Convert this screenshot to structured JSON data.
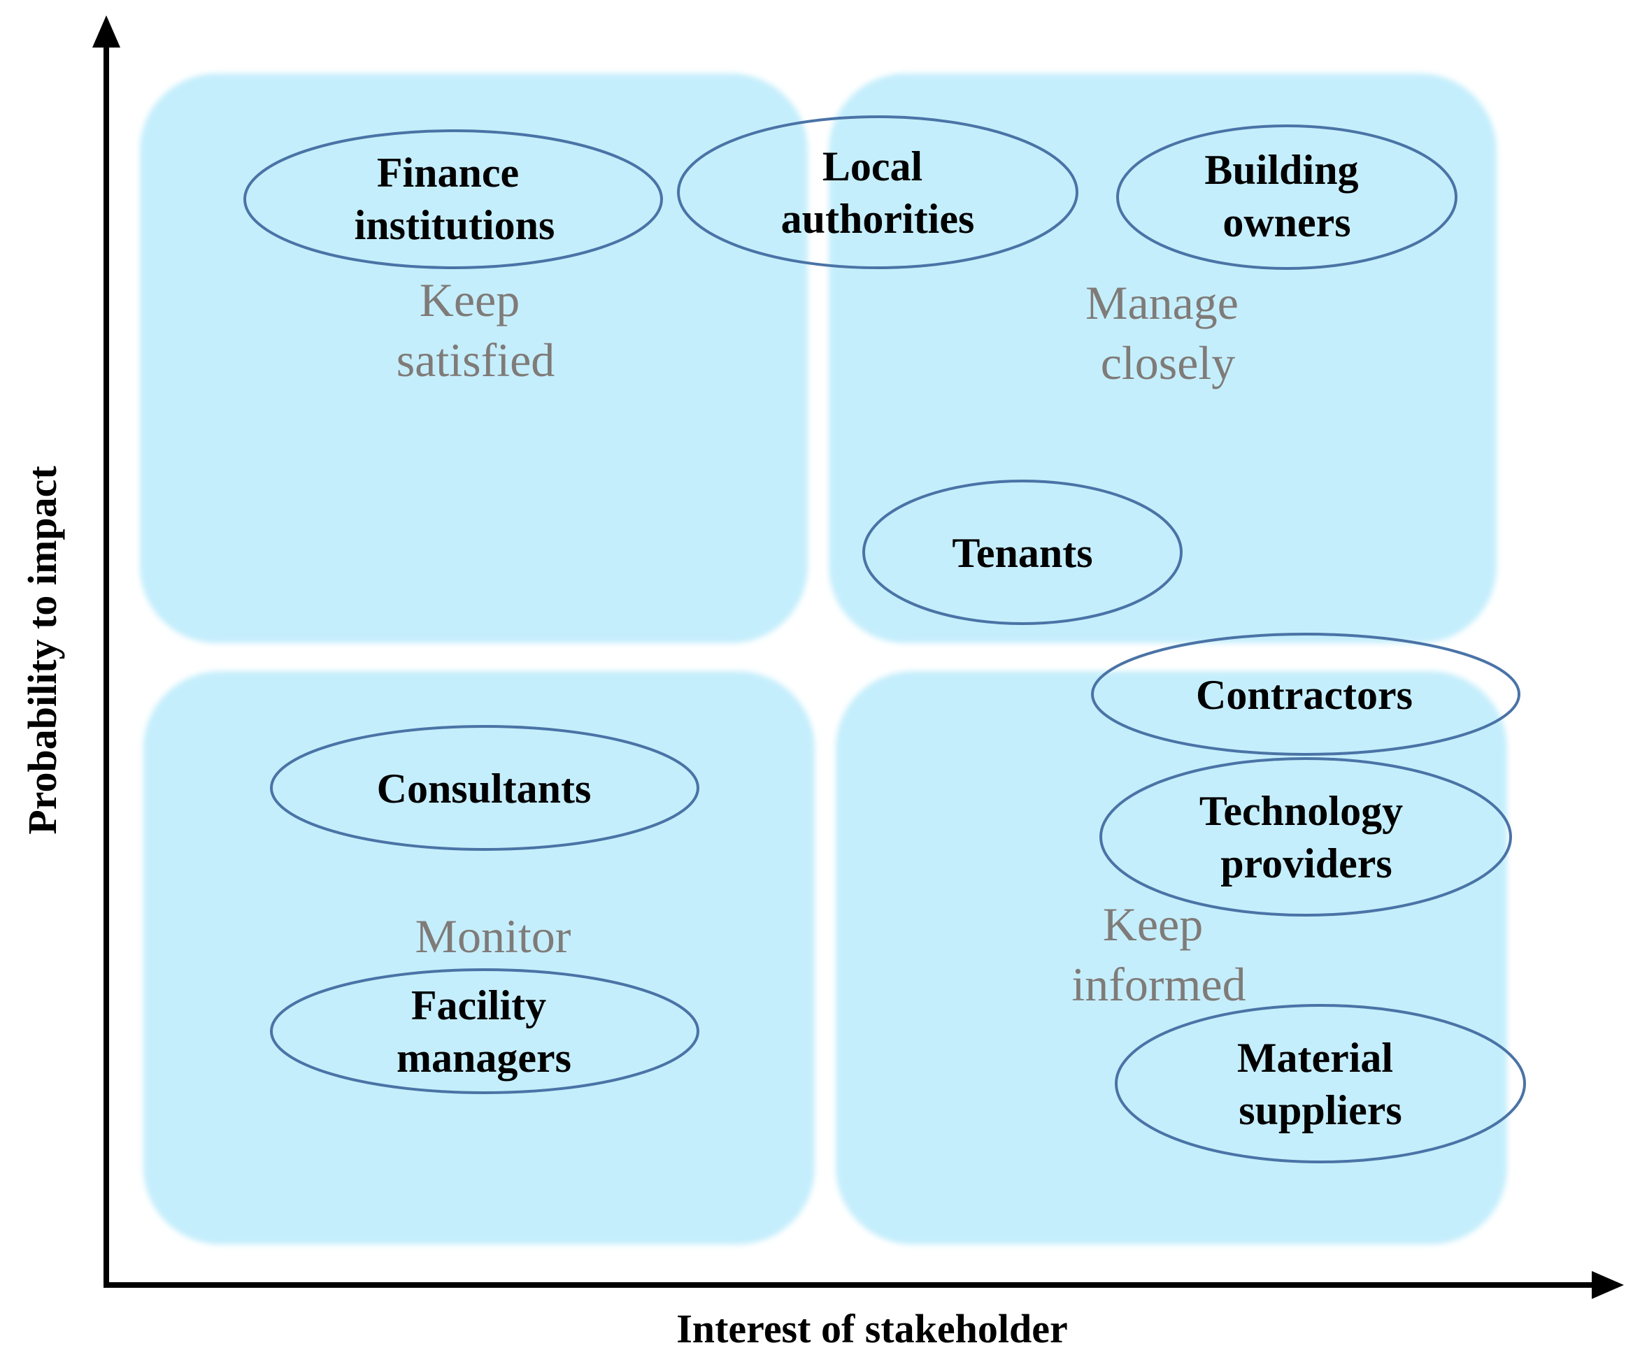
{
  "axes": {
    "x_label": "Interest of stakeholder",
    "y_label": "Probability to impact"
  },
  "quadrants": [
    {
      "id": "keep-satisfied",
      "lines": [
        "Keep",
        "satisfied"
      ]
    },
    {
      "id": "manage-closely",
      "lines": [
        "Manage",
        "closely"
      ]
    },
    {
      "id": "monitor",
      "lines": [
        "Monitor"
      ]
    },
    {
      "id": "keep-informed",
      "lines": [
        "Keep",
        "informed"
      ]
    }
  ],
  "stakeholders": [
    {
      "id": "finance-institutions",
      "lines": [
        "Finance",
        "institutions"
      ]
    },
    {
      "id": "local-authorities",
      "lines": [
        "Local",
        "authorities"
      ]
    },
    {
      "id": "building-owners",
      "lines": [
        "Building",
        "owners"
      ]
    },
    {
      "id": "tenants",
      "lines": [
        "Tenants"
      ]
    },
    {
      "id": "contractors",
      "lines": [
        "Contractors"
      ]
    },
    {
      "id": "technology-providers",
      "lines": [
        "Technology",
        "providers"
      ]
    },
    {
      "id": "consultants",
      "lines": [
        "Consultants"
      ]
    },
    {
      "id": "facility-managers",
      "lines": [
        "Facility",
        "managers"
      ]
    },
    {
      "id": "material-suppliers",
      "lines": [
        "Material",
        "suppliers"
      ]
    }
  ],
  "colors": {
    "quadrant_fill": "#c5eefc",
    "ellipse_stroke": "#4a73a6",
    "quadrant_text": "#7f7b78",
    "axis": "#000000"
  }
}
